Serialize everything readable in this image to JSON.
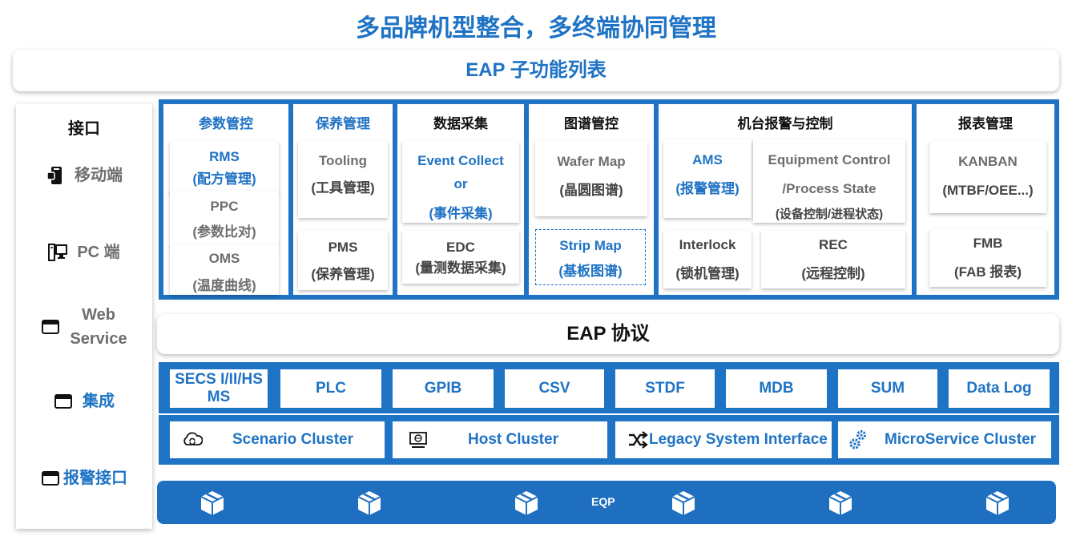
{
  "title": "多品牌机型整合，多终端协同管理",
  "function_list_title": "EAP 子功能列表",
  "protocol_title": "EAP 协议",
  "interface": {
    "heading": "接口",
    "items": [
      {
        "label": "移动端",
        "icon": "mobile-icon"
      },
      {
        "label": "PC 端",
        "icon": "pc-icon"
      },
      {
        "label_line1": "Web",
        "label_line2": "Service",
        "icon": "window-icon"
      },
      {
        "label": "集成",
        "icon": "window-icon"
      },
      {
        "label": "报警接口",
        "icon": "window-icon"
      }
    ]
  },
  "columns": [
    {
      "heading": "参数管控",
      "cards": [
        {
          "line1": "RMS",
          "line2": "(配方管理)"
        },
        {
          "line1": "PPC",
          "line2": "(参数比对)"
        },
        {
          "line1": "OMS",
          "line2": "(温度曲线)"
        }
      ]
    },
    {
      "heading": "保养管理",
      "cards": [
        {
          "line1": "Tooling",
          "line2": "(工具管理)"
        },
        {
          "line1": "PMS",
          "line2": "(保养管理)"
        }
      ]
    },
    {
      "heading": "数据采集",
      "cards": [
        {
          "line1": "Event Collect",
          "line2": "or",
          "line3": "(事件采集)"
        },
        {
          "line1": "EDC",
          "line2": "(量测数据采集)"
        }
      ]
    },
    {
      "heading": "图谱管控",
      "cards": [
        {
          "line1": "Wafer Map",
          "line2": "(晶圆图谱)"
        },
        {
          "line1": "Strip Map",
          "line2": "(基板图谱)"
        }
      ]
    },
    {
      "heading": "机台报警与控制",
      "cards": [
        {
          "line1": "AMS",
          "line2": "(报警管理)"
        },
        {
          "line1": "Equipment Control",
          "line2": "/Process State",
          "line3": "(设备控制/进程状态)"
        },
        {
          "line1": "Interlock",
          "line2": "(锁机管理)"
        },
        {
          "line1": "REC",
          "line2": "(远程控制)"
        }
      ]
    },
    {
      "heading": "报表管理",
      "cards": [
        {
          "line1": "KANBAN",
          "line2": "(MTBF/OEE...)"
        },
        {
          "line1": "FMB",
          "line2": "(FAB 报表)"
        }
      ]
    }
  ],
  "protocols": [
    "SECS I/II/HS",
    "MS",
    "PLC",
    "GPIB",
    "CSV",
    "STDF",
    "MDB",
    "SUM",
    "Data Log"
  ],
  "clusters": [
    {
      "label": "Scenario Cluster",
      "icon": "cloud-sync-icon"
    },
    {
      "label": "Host Cluster",
      "icon": "monitor-icon"
    },
    {
      "label": "Legacy System Interface",
      "icon": "shuffle-icon"
    },
    {
      "label": "MicroService Cluster",
      "icon": "gears-icon"
    }
  ],
  "equipment": {
    "label": "EQP",
    "icon": "box-icon"
  },
  "colors": {
    "accent": "#1f73c4",
    "text_gray": "#6e6e6e"
  }
}
